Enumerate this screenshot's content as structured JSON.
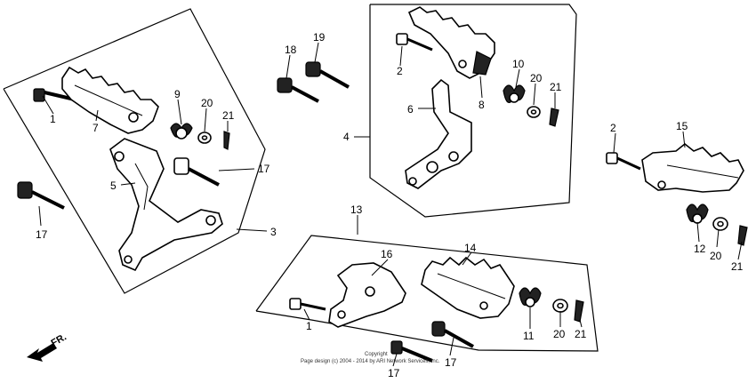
{
  "callouts": [
    {
      "id": "c1",
      "text": "1"
    },
    {
      "id": "c7",
      "text": "7"
    },
    {
      "id": "c9",
      "text": "9"
    },
    {
      "id": "c20a",
      "text": "20"
    },
    {
      "id": "c21a",
      "text": "21"
    },
    {
      "id": "c5",
      "text": "5"
    },
    {
      "id": "c17a",
      "text": "17"
    },
    {
      "id": "c17b",
      "text": "17"
    },
    {
      "id": "c3",
      "text": "3"
    },
    {
      "id": "c18",
      "text": "18"
    },
    {
      "id": "c19",
      "text": "19"
    },
    {
      "id": "c2a",
      "text": "2"
    },
    {
      "id": "c10",
      "text": "10"
    },
    {
      "id": "c20b",
      "text": "20"
    },
    {
      "id": "c21b",
      "text": "21"
    },
    {
      "id": "c6",
      "text": "6"
    },
    {
      "id": "c8",
      "text": "8"
    },
    {
      "id": "c4",
      "text": "4"
    },
    {
      "id": "c2b",
      "text": "2"
    },
    {
      "id": "c15",
      "text": "15"
    },
    {
      "id": "c12",
      "text": "12"
    },
    {
      "id": "c20c",
      "text": "20"
    },
    {
      "id": "c21c",
      "text": "21"
    },
    {
      "id": "c13",
      "text": "13"
    },
    {
      "id": "c16",
      "text": "16"
    },
    {
      "id": "c14",
      "text": "14"
    },
    {
      "id": "c1b",
      "text": "1"
    },
    {
      "id": "c11",
      "text": "11"
    },
    {
      "id": "c20d",
      "text": "20"
    },
    {
      "id": "c21d",
      "text": "21"
    },
    {
      "id": "c17c",
      "text": "17"
    },
    {
      "id": "c17d",
      "text": "17"
    }
  ],
  "direction_label": "FR.",
  "copyright_line1": "Copyright",
  "copyright_line2": "Page design (c) 2004 - 2014 by ARI Network Services, Inc."
}
